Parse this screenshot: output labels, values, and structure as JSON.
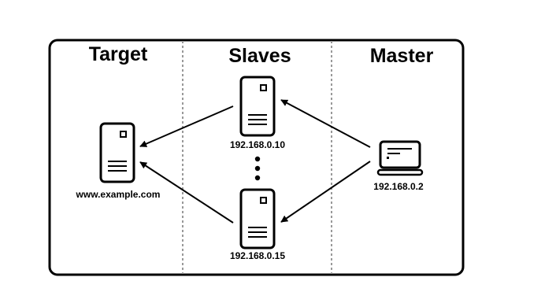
{
  "columns": {
    "target": "Target",
    "slaves": "Slaves",
    "master": "Master"
  },
  "nodes": {
    "target_host": "www.example.com",
    "slave_first_ip": "192.168.0.10",
    "slave_last_ip": "192.168.0.15",
    "master_ip": "192.168.0.2"
  },
  "colors": {
    "stroke": "#000000",
    "divider": "#999999",
    "background": "#ffffff"
  },
  "icons": {
    "target": "server-icon",
    "slaves": "server-icon",
    "master": "laptop-icon",
    "ellipsis": "vertical-ellipsis-icon"
  }
}
